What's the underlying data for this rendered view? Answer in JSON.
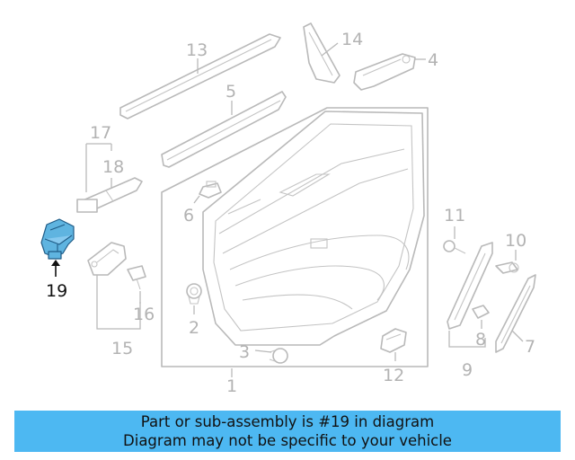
{
  "diagram": {
    "labels": {
      "p1": "1",
      "p2": "2",
      "p3": "3",
      "p4": "4",
      "p5": "5",
      "p6": "6",
      "p7": "7",
      "p8": "8",
      "p9": "9",
      "p10": "10",
      "p11": "11",
      "p12": "12",
      "p13": "13",
      "p14": "14",
      "p15": "15",
      "p16": "16",
      "p17": "17",
      "p18": "18",
      "p19": "19"
    },
    "highlighted_part": "19",
    "colors": {
      "highlight": "#5fb4e0",
      "line_art": "#b9b9b9",
      "banner": "#4db8f2"
    }
  },
  "banner": {
    "line1": "Part or sub-assembly is #19 in diagram",
    "line2": "Diagram may not be specific to your vehicle"
  }
}
